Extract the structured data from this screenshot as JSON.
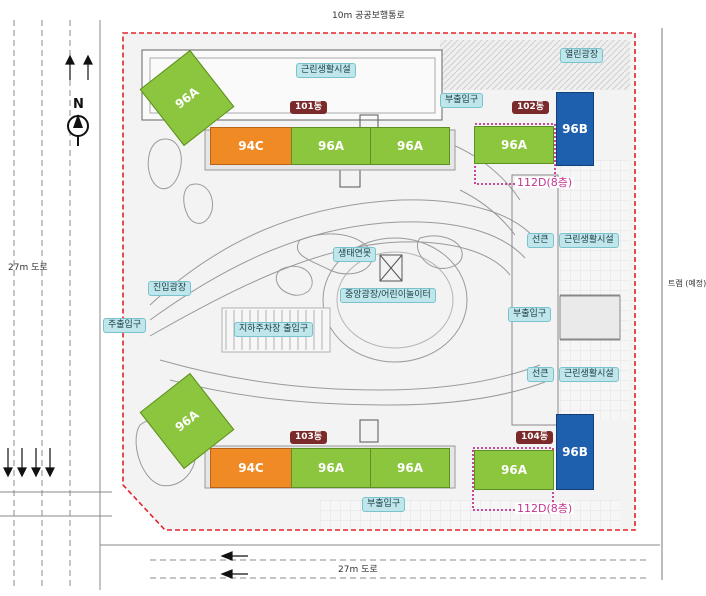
{
  "roads": {
    "top": "10m 공공보행통로",
    "left": "27m 도로",
    "bottom": "27m 도로",
    "right": "트램 (예정)"
  },
  "compass": {
    "letter": "N"
  },
  "facilities": {
    "neighborhood_top": "근린생활시설",
    "open_plaza": "열린광장",
    "sub_entrance_top": "부출입구",
    "eco_pond": "생태연못",
    "central_plaza": "중앙광장/어린이놀이터",
    "entry_plaza": "진입광장",
    "main_entrance": "주출입구",
    "underground_parking": "지하주차장 출입구",
    "sub_entrance_right": "부출입구",
    "sub_entrance_bottom": "부출입구",
    "pilotis_upper": "선큰",
    "neighborhood_right_upper": "근린생활시설",
    "pilotis_lower": "선큰",
    "neighborhood_right_lower": "근린생활시설"
  },
  "buildings": {
    "b101": "101동",
    "b102": "102동",
    "b103": "103동",
    "b104": "104동"
  },
  "units": {
    "u101_a": "96A",
    "u101_b": "94C",
    "u101_c": "96A",
    "u101_d": "96A",
    "u102_a": "96A",
    "u102_b": "96B",
    "u103_a": "96A",
    "u103_b": "94C",
    "u103_c": "96A",
    "u103_d": "96A",
    "u104_a": "96A",
    "u104_b": "96B"
  },
  "floor_labels": {
    "upper": "112D(8층)",
    "lower": "112D(8층)"
  },
  "colors": {
    "unit_96": "#8cc63e",
    "unit_94": "#f08a24",
    "unit_96b": "#1e5fae",
    "site_boundary": "#e0242c",
    "building_tag": "#7a2a2a",
    "facility_tag": "#bfe6ea",
    "floor_label": "#c2358e"
  }
}
